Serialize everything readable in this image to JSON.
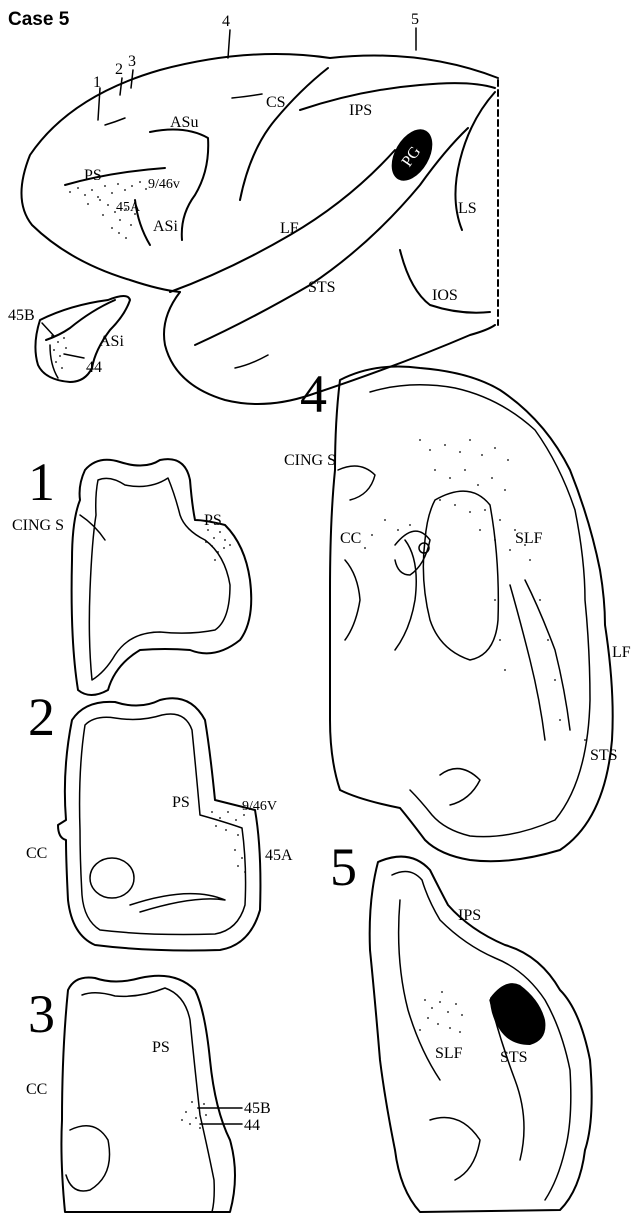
{
  "title": "Case 5",
  "brain": {
    "level_markers": [
      "1",
      "2",
      "3",
      "4",
      "5"
    ],
    "sulci": {
      "asu": "ASu",
      "cs": "CS",
      "ips": "IPS",
      "ps": "PS",
      "area_9_46v": "9/46v",
      "area_45a": "45A",
      "asi": "ASi",
      "pg": "PG",
      "ls": "LS",
      "lf": "LF",
      "sts": "STS",
      "ios": "IOS"
    }
  },
  "inset": {
    "area_45b": "45B",
    "asi": "ASi",
    "area_44": "44"
  },
  "sections": [
    {
      "number": "1",
      "labels": {
        "cing": "CING S",
        "ps": "PS"
      }
    },
    {
      "number": "2",
      "labels": {
        "ps": "PS",
        "area_9_46v": "9/46V",
        "cc": "CC",
        "area_45a": "45A"
      }
    },
    {
      "number": "3",
      "labels": {
        "ps": "PS",
        "cc": "CC",
        "area_45b": "45B",
        "area_44": "44"
      }
    },
    {
      "number": "4",
      "labels": {
        "cing": "CING S",
        "cc": "CC",
        "slf": "SLF",
        "lf": "LF",
        "sts": "STS"
      }
    },
    {
      "number": "5",
      "labels": {
        "ips": "IPS",
        "slf": "SLF",
        "sts": "STS"
      }
    }
  ],
  "colors": {
    "ink": "#000000",
    "paper": "#ffffff"
  }
}
